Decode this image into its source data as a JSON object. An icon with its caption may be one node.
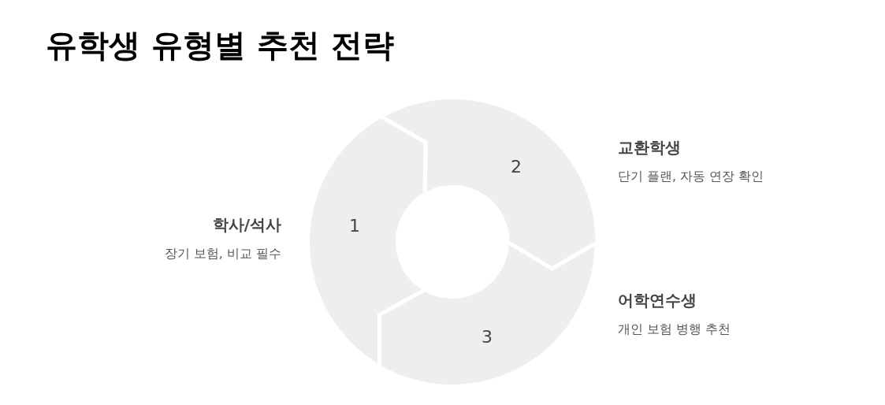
{
  "diagram": {
    "title": "유학생 유형별 추천 전략",
    "nodes": [
      {
        "text": [
          "1"
        ],
        "beside": [
          "학사/석사",
          "장기 보험, 비교 필수"
        ]
      },
      {
        "text": [
          "2"
        ],
        "beside": [
          "교환학생",
          "단기 플랜, 자동 연장 확인"
        ]
      },
      {
        "text": [
          "3"
        ],
        "beside": [
          "어학연수생",
          "개인 보험 병행 추천"
        ]
      }
    ]
  }
}
